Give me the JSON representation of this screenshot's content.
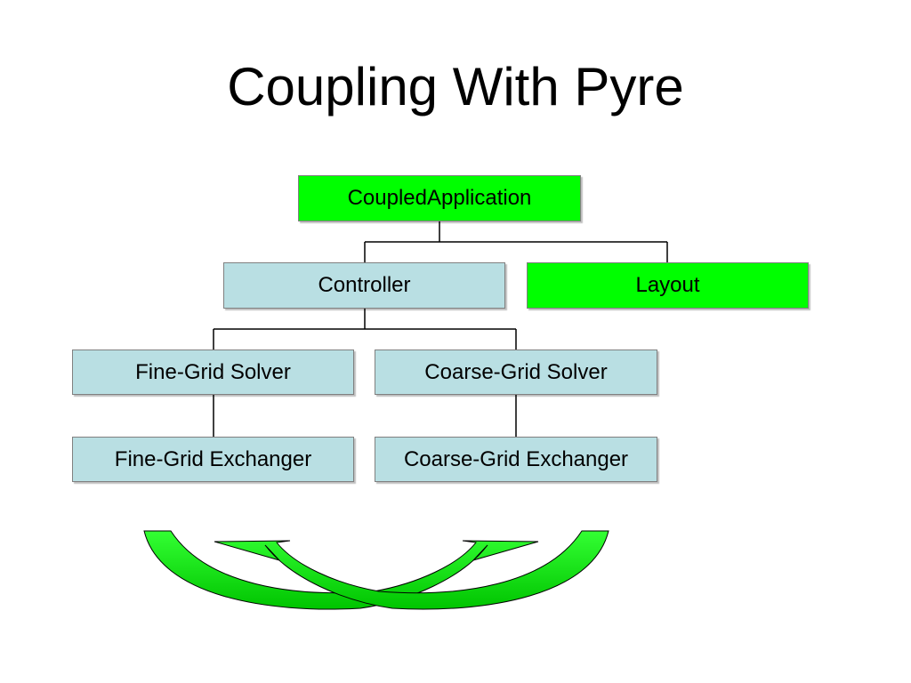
{
  "slide": {
    "title": "Coupling With Pyre"
  },
  "diagram": {
    "nodes": {
      "coupled_application": "CoupledApplication",
      "controller": "Controller",
      "layout": "Layout",
      "fine_grid_solver": "Fine-Grid Solver",
      "coarse_grid_solver": "Coarse-Grid Solver",
      "fine_grid_exchanger": "Fine-Grid Exchanger",
      "coarse_grid_exchanger": "Coarse-Grid Exchanger"
    },
    "edges": [
      [
        "CoupledApplication",
        "Controller"
      ],
      [
        "CoupledApplication",
        "Layout"
      ],
      [
        "Controller",
        "Fine-Grid Solver"
      ],
      [
        "Controller",
        "Coarse-Grid Solver"
      ],
      [
        "Fine-Grid Solver",
        "Fine-Grid Exchanger"
      ],
      [
        "Coarse-Grid Solver",
        "Coarse-Grid Exchanger"
      ]
    ],
    "colors": {
      "highlight_node": "#00ff00",
      "plain_node": "#b9dfe3",
      "arrow_fill": "#00d800"
    }
  }
}
